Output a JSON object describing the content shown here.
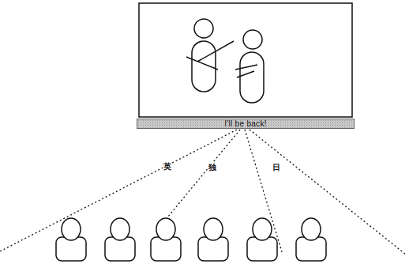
{
  "diagram": {
    "nodes": [
      {
        "text": [
          "I'll be back!"
        ]
      }
    ],
    "labels": [
      "英",
      "独",
      "日"
    ]
  }
}
